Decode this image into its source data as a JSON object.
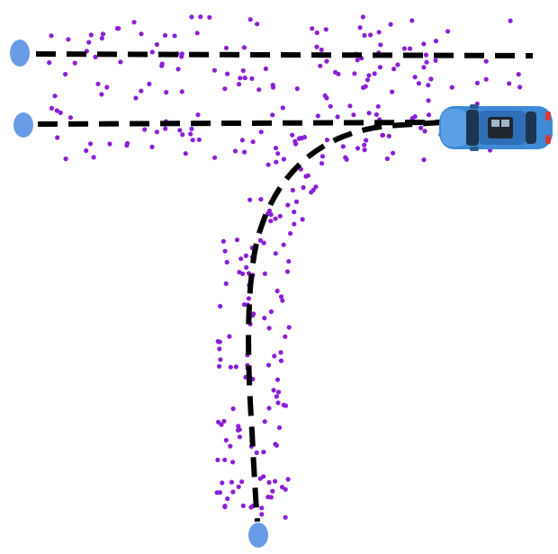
{
  "colors": {
    "background": "#ffffff",
    "trajectory_line": "#000000",
    "waypoint_markers": "#6a9be6",
    "sample_points": "#8b1fd6",
    "vehicle_body": "#3f8ad6",
    "vehicle_roof": "#1d5aa8",
    "vehicle_glass": "#20262e"
  },
  "diagram": {
    "icons": [
      "vehicle-icon",
      "endpoint-marker",
      "sample-point"
    ],
    "trajectories": [
      "straight-upper",
      "straight-lower",
      "left-turn"
    ],
    "endpoint_count": 3
  }
}
